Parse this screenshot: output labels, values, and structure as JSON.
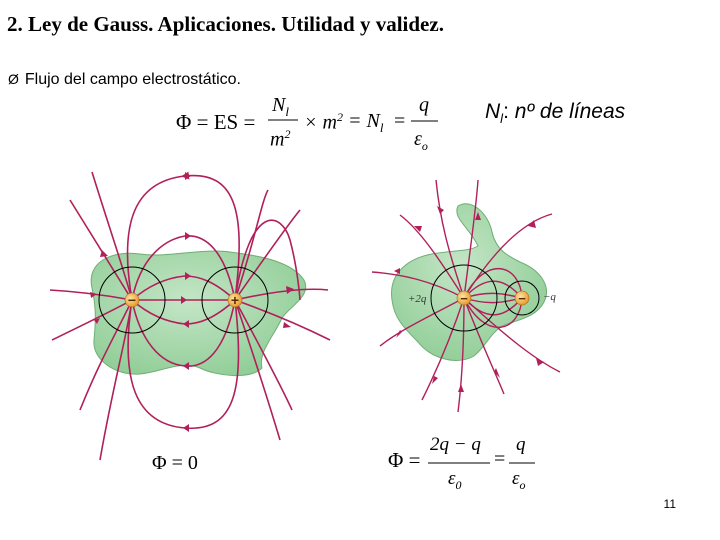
{
  "slide": {
    "title": "2. Ley de Gauss. Aplicaciones. Utilidad y validez.",
    "bullet_marker": "Ø",
    "bullet_text": "Flujo del campo electrostático.",
    "page_number": "11"
  },
  "formula_top": {
    "lhs": "Φ = ES =",
    "frac1_num": "N",
    "frac1_num_sub": "l",
    "frac1_den": "m",
    "frac1_den_sup": "2",
    "times": "× m",
    "times_sup": "2",
    "eq_nl": "= N",
    "eq_nl_sub": "l",
    "eq": "=",
    "frac2_num": "q",
    "frac2_den": "ε",
    "frac2_den_sub": "o"
  },
  "note": {
    "symbol": "N",
    "symbol_sub": "l",
    "separator": ":",
    "text": "nº de líneas"
  },
  "figure_left": {
    "charge_left_sign": "−",
    "charge_right_sign": "+",
    "flux_label": "Φ = 0"
  },
  "figure_right": {
    "charge_big_label": "+2q",
    "charge_small_label": "−q",
    "charge_big_sign": "−",
    "charge_small_sign": "−",
    "flux_lhs": "Φ =",
    "frac1_num": "2q − q",
    "frac1_den": "ε",
    "frac1_den_sub": "0",
    "eq": "=",
    "frac2_num": "q",
    "frac2_den": "ε",
    "frac2_den_sub": "o"
  },
  "colors": {
    "surface_fill": "#9fd3a4",
    "surface_stroke": "#6fae77",
    "field_line": "#b0205a",
    "charge_fill": "#f2b552"
  }
}
